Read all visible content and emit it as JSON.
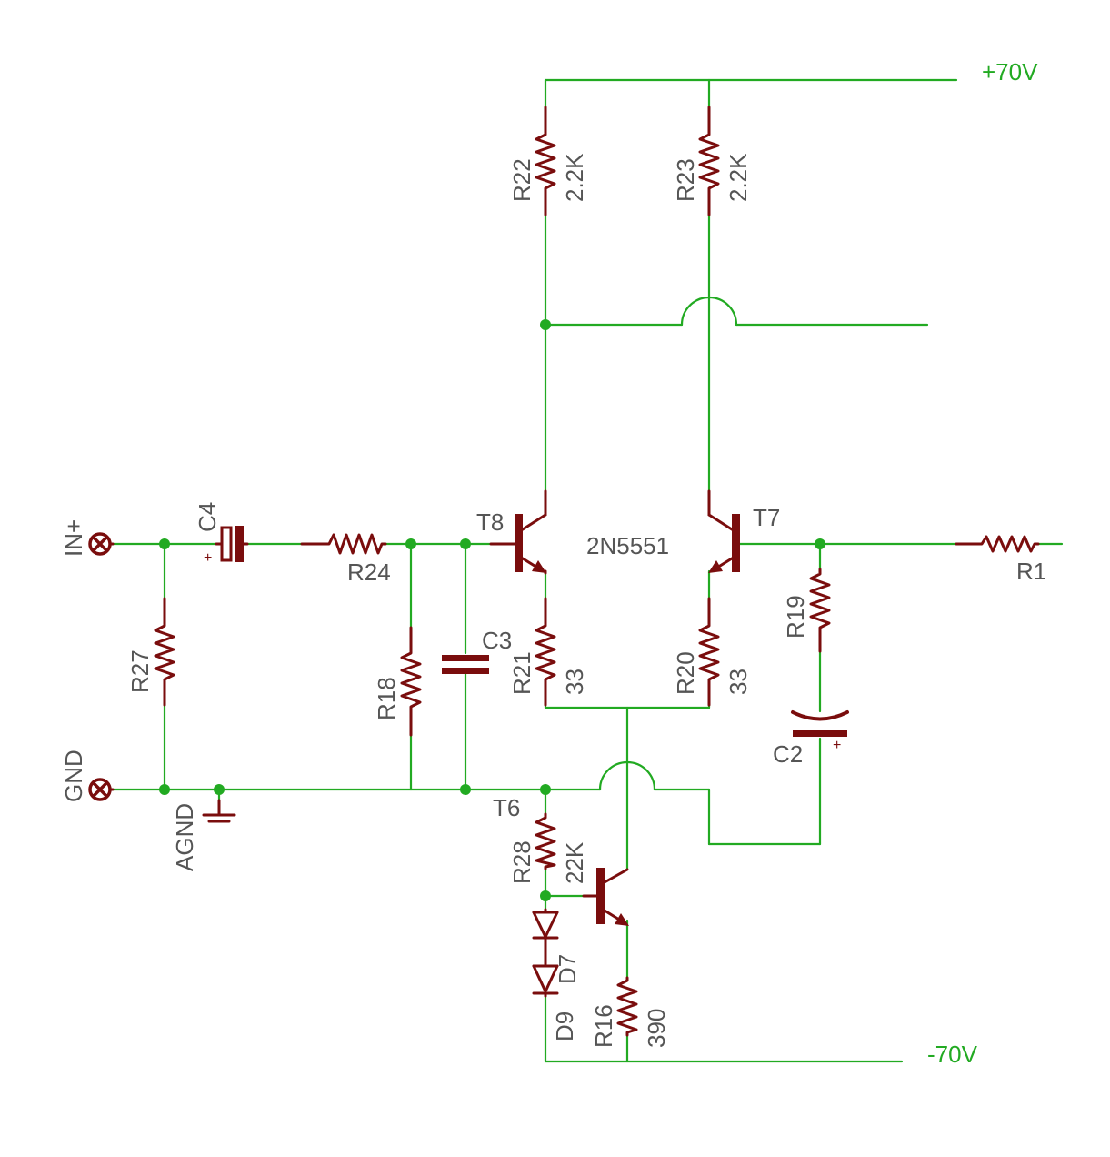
{
  "rails": {
    "pos": "+70V",
    "neg": "-70V"
  },
  "terminals": {
    "in": "IN+",
    "gnd": "GND",
    "agnd": "AGND"
  },
  "components": {
    "r22": {
      "ref": "R22",
      "value": "2.2K"
    },
    "r23": {
      "ref": "R23",
      "value": "2.2K"
    },
    "r21": {
      "ref": "R21",
      "value": "33"
    },
    "r20": {
      "ref": "R20",
      "value": "33"
    },
    "r28": {
      "ref": "R28",
      "value": "22K"
    },
    "r16": {
      "ref": "R16",
      "value": "390"
    },
    "r24": {
      "ref": "R24"
    },
    "r27": {
      "ref": "R27"
    },
    "r18": {
      "ref": "R18"
    },
    "r19": {
      "ref": "R19"
    },
    "r1": {
      "ref": "R1"
    },
    "c4": {
      "ref": "C4",
      "polarity": "+"
    },
    "c3": {
      "ref": "C3"
    },
    "c2": {
      "ref": "C2",
      "polarity": "+"
    },
    "t8": {
      "ref": "T8"
    },
    "t7": {
      "ref": "T7"
    },
    "t6": {
      "ref": "T6"
    },
    "d7": {
      "ref": "D7"
    },
    "d9": {
      "ref": "D9"
    },
    "pair_part": "2N5551"
  },
  "colors": {
    "wire": "#22aa22",
    "component": "#7a0d0d",
    "label": "#555555"
  }
}
